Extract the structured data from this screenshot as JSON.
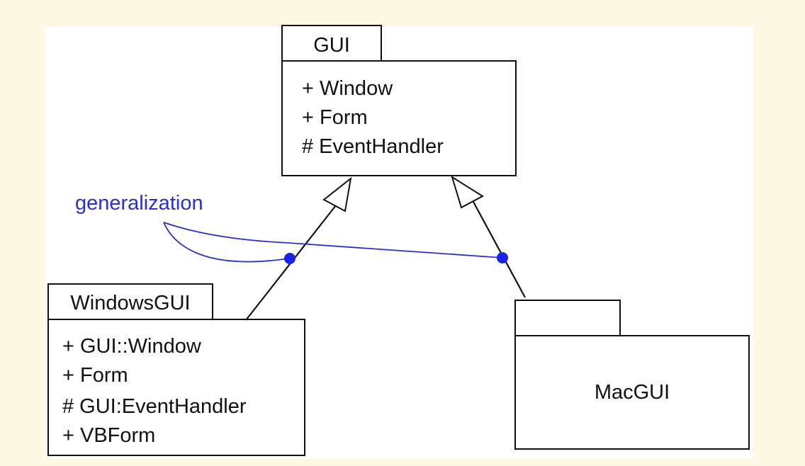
{
  "diagram": {
    "kind": "UML package diagram",
    "colors": {
      "background": "#fdf8e1",
      "canvas": "#ffffff",
      "line": "#111111",
      "annotation": "#2a2fd0"
    },
    "packages": {
      "gui": {
        "name": "GUI",
        "members": [
          "+ Window",
          "+ Form",
          "# EventHandler"
        ]
      },
      "windows": {
        "name": "WindowsGUI",
        "members": [
          "+ GUI::Window",
          "+ Form",
          "# GUI:EventHandler",
          "+ VBForm"
        ]
      },
      "mac": {
        "name": "MacGUI"
      }
    },
    "relations": [
      {
        "type": "generalization",
        "from": "WindowsGUI",
        "to": "GUI"
      },
      {
        "type": "generalization",
        "from": "MacGUI",
        "to": "GUI"
      }
    ],
    "annotation": {
      "label": "generalization"
    }
  }
}
